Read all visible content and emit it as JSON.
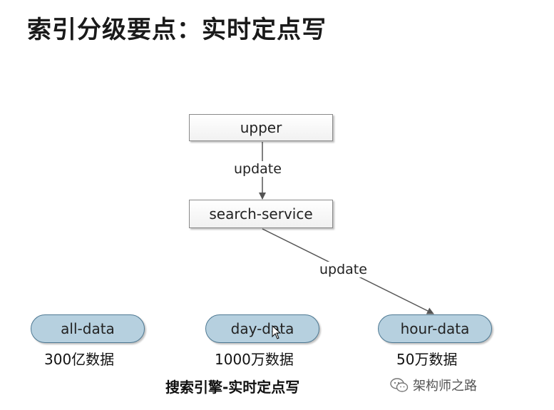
{
  "title": "索引分级要点：实时定点写",
  "nodes": {
    "upper": "upper",
    "search_service": "search-service",
    "all_data": "all-data",
    "day_data": "day-data",
    "hour_data": "hour-data"
  },
  "edges": [
    {
      "from": "upper",
      "to": "search-service",
      "label": "update"
    },
    {
      "from": "search-service",
      "to": "hour-data",
      "label": "update"
    }
  ],
  "captions": {
    "all_data": "300亿数据",
    "day_data": "1000万数据",
    "hour_data": "50万数据"
  },
  "subtitle": "搜索引擎-实时定点写",
  "watermark": "架构师之路",
  "colors": {
    "pill_fill": "#b6d0df",
    "pill_border": "#4d7892",
    "box_border": "#8a8a8a",
    "edge": "#555555"
  }
}
